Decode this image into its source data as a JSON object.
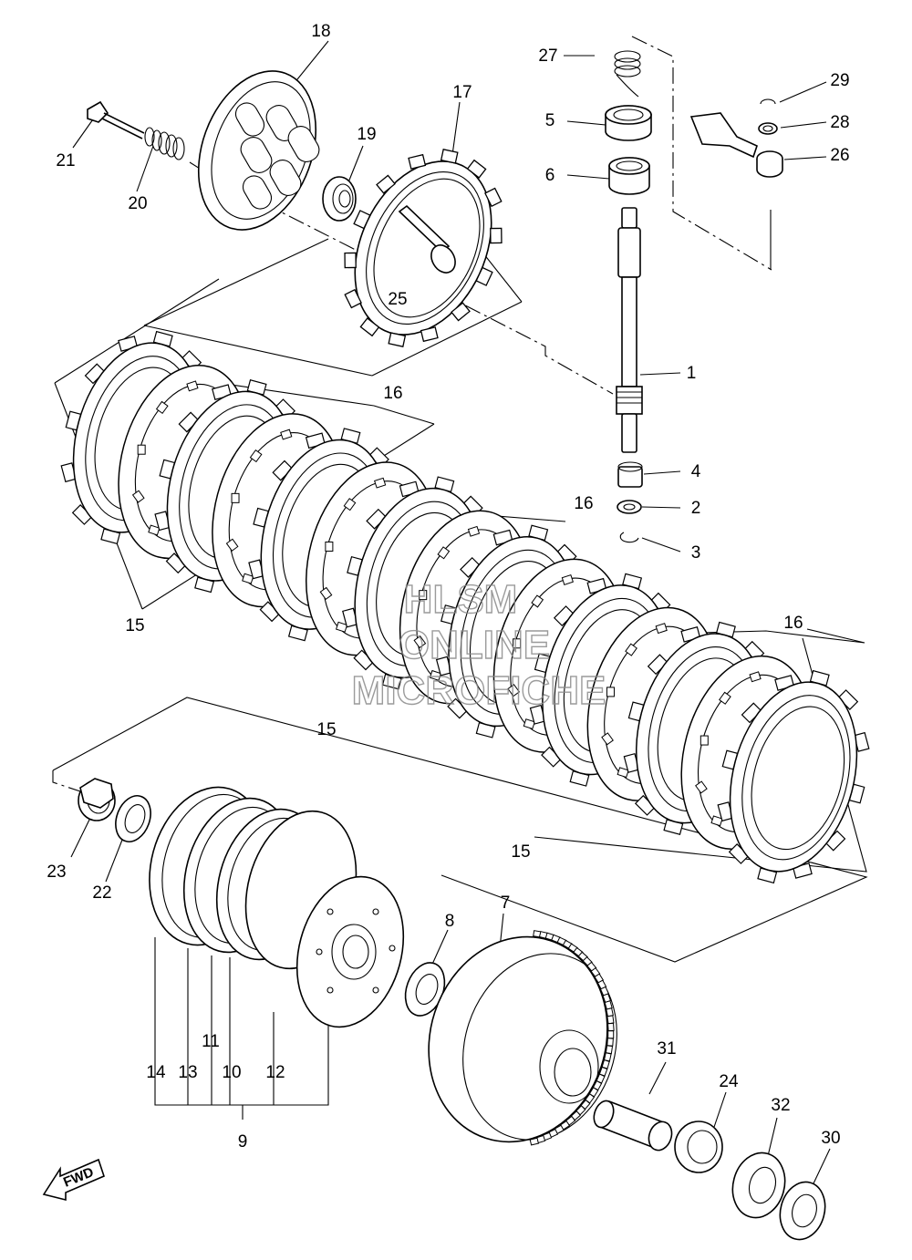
{
  "labels": {
    "p1": "1",
    "p2": "2",
    "p3": "3",
    "p4": "4",
    "p5": "5",
    "p6": "6",
    "p7": "7",
    "p8": "8",
    "p9": "9",
    "p10": "10",
    "p11": "11",
    "p12": "12",
    "p13": "13",
    "p14": "14",
    "p15a": "15",
    "p15b": "15",
    "p15c": "15",
    "p16a": "16",
    "p16b": "16",
    "p16c": "16",
    "p17": "17",
    "p18": "18",
    "p19": "19",
    "p20": "20",
    "p21": "21",
    "p22": "22",
    "p23": "23",
    "p24": "24",
    "p25": "25",
    "p26": "26",
    "p27": "27",
    "p28": "28",
    "p29": "29",
    "p30": "30",
    "p31": "31",
    "p32": "32"
  },
  "watermark": {
    "line1": "HLSM",
    "line2": "ONLINE",
    "line3": "MICROFICHE"
  },
  "fwd_badge": "FWD"
}
